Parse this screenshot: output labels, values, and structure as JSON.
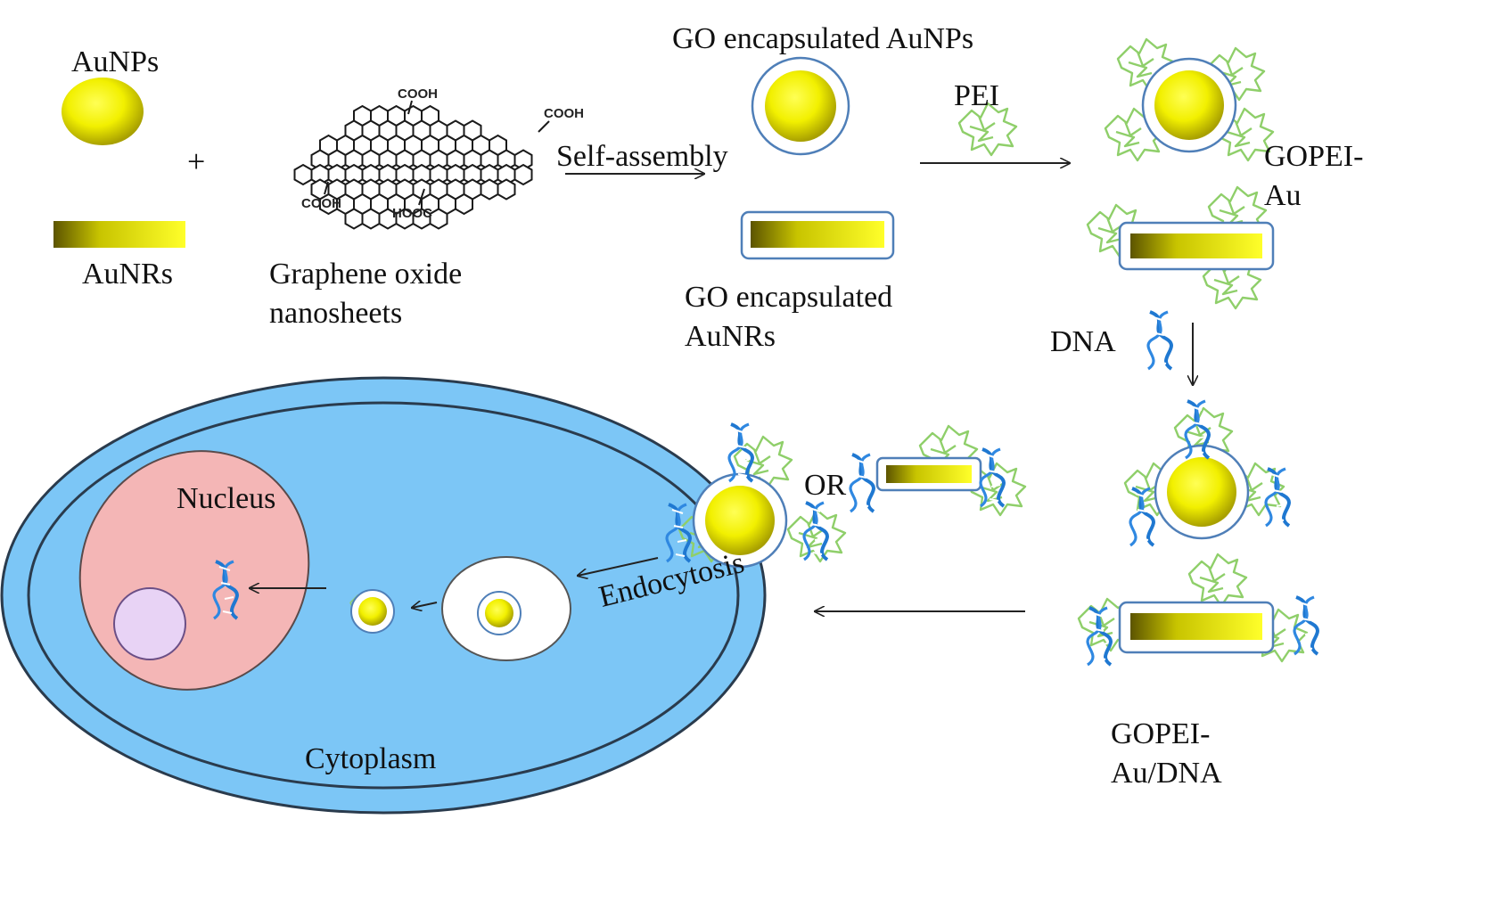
{
  "labels": {
    "aunps": "AuNPs",
    "plus": "+",
    "aunrs": "AuNRs",
    "go_line1": "Graphene oxide",
    "go_line2": "nanosheets",
    "self_assembly": "Self-assembly",
    "go_aunps": "GO encapsulated AuNPs",
    "go_aunrs_line1": "GO encapsulated",
    "go_aunrs_line2": "AuNRs",
    "pei": "PEI",
    "gopei_au_line1": "GOPEI-",
    "gopei_au_line2": "Au",
    "dna": "DNA",
    "gopei_audna_line1": "GOPEI-",
    "gopei_audna_line2": "Au/DNA",
    "or": "OR",
    "nucleus": "Nucleus",
    "cytoplasm": "Cytoplasm",
    "endocytosis": "Endocytosis"
  },
  "chem_groups": [
    "COOH",
    "COOH",
    "COOH",
    "HOOC"
  ],
  "colors": {
    "gold_core": "#e8e800",
    "gold_dark": "#6b6200",
    "go_shell_stroke": "#4f7fb8",
    "pei_green": "#8fcf6a",
    "dna_blue": "#1f78d1",
    "cell_outer": "#7cc6f6",
    "cell_border": "#2a3b4d",
    "nucleus_fill": "#f4b6b6",
    "nucleolus_fill": "#e8d3f5",
    "arrow": "#222222"
  }
}
